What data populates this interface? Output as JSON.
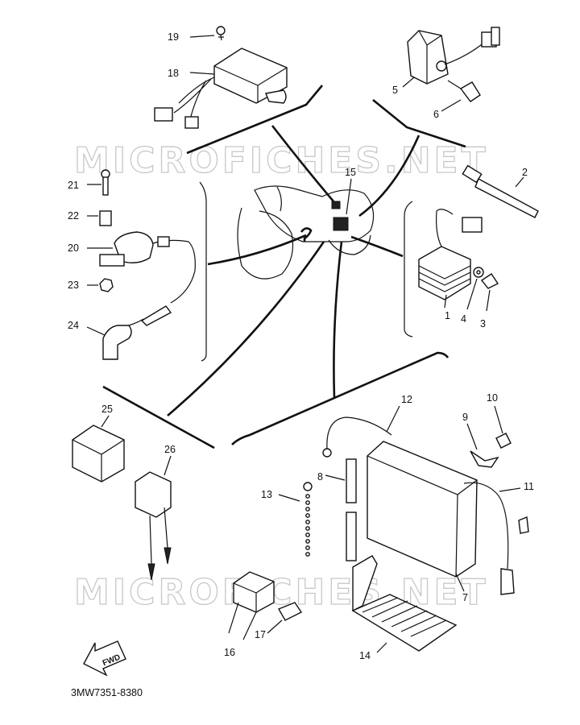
{
  "watermark": "MICROFICHES.NET",
  "diagram_code": "3MW7351-8380",
  "fwd_label": "FWD",
  "parts": [
    {
      "id": "p1",
      "label": "1"
    },
    {
      "id": "p2",
      "label": "2"
    },
    {
      "id": "p3",
      "label": "3"
    },
    {
      "id": "p4",
      "label": "4"
    },
    {
      "id": "p5",
      "label": "5"
    },
    {
      "id": "p6",
      "label": "6"
    },
    {
      "id": "p7",
      "label": "7"
    },
    {
      "id": "p8",
      "label": "8"
    },
    {
      "id": "p9",
      "label": "9"
    },
    {
      "id": "p10",
      "label": "10"
    },
    {
      "id": "p11",
      "label": "11"
    },
    {
      "id": "p12",
      "label": "12"
    },
    {
      "id": "p13",
      "label": "13"
    },
    {
      "id": "p14",
      "label": "14"
    },
    {
      "id": "p15",
      "label": "15"
    },
    {
      "id": "p16",
      "label": "16"
    },
    {
      "id": "p17",
      "label": "17"
    },
    {
      "id": "p18",
      "label": "18"
    },
    {
      "id": "p19",
      "label": "19"
    },
    {
      "id": "p20",
      "label": "20"
    },
    {
      "id": "p21",
      "label": "21"
    },
    {
      "id": "p22",
      "label": "22"
    },
    {
      "id": "p23",
      "label": "23"
    },
    {
      "id": "p24",
      "label": "24"
    },
    {
      "id": "p25",
      "label": "25"
    },
    {
      "id": "p26",
      "label": "26"
    }
  ]
}
